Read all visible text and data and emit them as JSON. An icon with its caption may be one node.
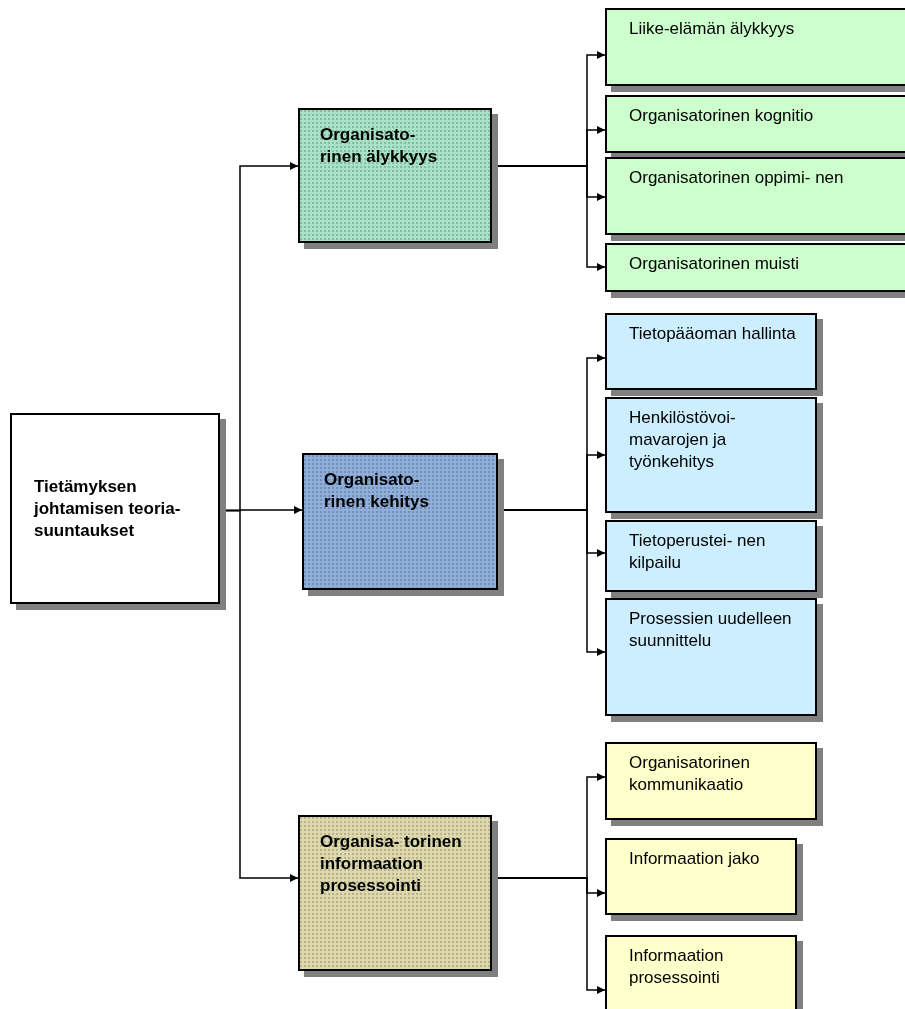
{
  "diagram": {
    "nodes": [
      {
        "text": [
          "Tietämyksen johtamisen teoria- suuntaukset"
        ]
      },
      {
        "text": [
          "Organisato- rinen älykkyys"
        ]
      },
      {
        "text": [
          "Organisato- rinen kehitys"
        ]
      },
      {
        "text": [
          "Organisa- torinen informaation prosessointi"
        ]
      },
      {
        "text": [
          "Liike-elämän älykkyys"
        ]
      },
      {
        "text": [
          "Organisatorinen kognitio"
        ]
      },
      {
        "text": [
          "Organisatorinen oppimi- nen"
        ]
      },
      {
        "text": [
          "Organisatorinen muisti"
        ]
      },
      {
        "text": [
          "Tietopääoman hallinta"
        ]
      },
      {
        "text": [
          "Henkilöstövoi- mavarojen ja työnkehitys"
        ]
      },
      {
        "text": [
          "Tietoperustei- nen kilpailu"
        ]
      },
      {
        "text": [
          "Prosessien uudelleen suunnittelu"
        ]
      },
      {
        "text": [
          "Organisatorinen kommunikaatio"
        ]
      },
      {
        "text": [
          "Informaation jako"
        ]
      },
      {
        "text": [
          "Informaation prosessointi"
        ]
      }
    ],
    "edges": [
      {
        "from": 0,
        "to": 1,
        "arrow": "to"
      },
      {
        "from": 0,
        "to": 2,
        "arrow": "to"
      },
      {
        "from": 0,
        "to": 3,
        "arrow": "to"
      },
      {
        "from": 1,
        "to": 4,
        "arrow": "to"
      },
      {
        "from": 1,
        "to": 5,
        "arrow": "to"
      },
      {
        "from": 1,
        "to": 6,
        "arrow": "to"
      },
      {
        "from": 1,
        "to": 7,
        "arrow": "to"
      },
      {
        "from": 2,
        "to": 8,
        "arrow": "to"
      },
      {
        "from": 2,
        "to": 9,
        "arrow": "to"
      },
      {
        "from": 2,
        "to": 10,
        "arrow": "to"
      },
      {
        "from": 2,
        "to": 11,
        "arrow": "to"
      },
      {
        "from": 3,
        "to": 12,
        "arrow": "to"
      },
      {
        "from": 3,
        "to": 13,
        "arrow": "to"
      },
      {
        "from": 3,
        "to": 14,
        "arrow": "to"
      }
    ]
  }
}
